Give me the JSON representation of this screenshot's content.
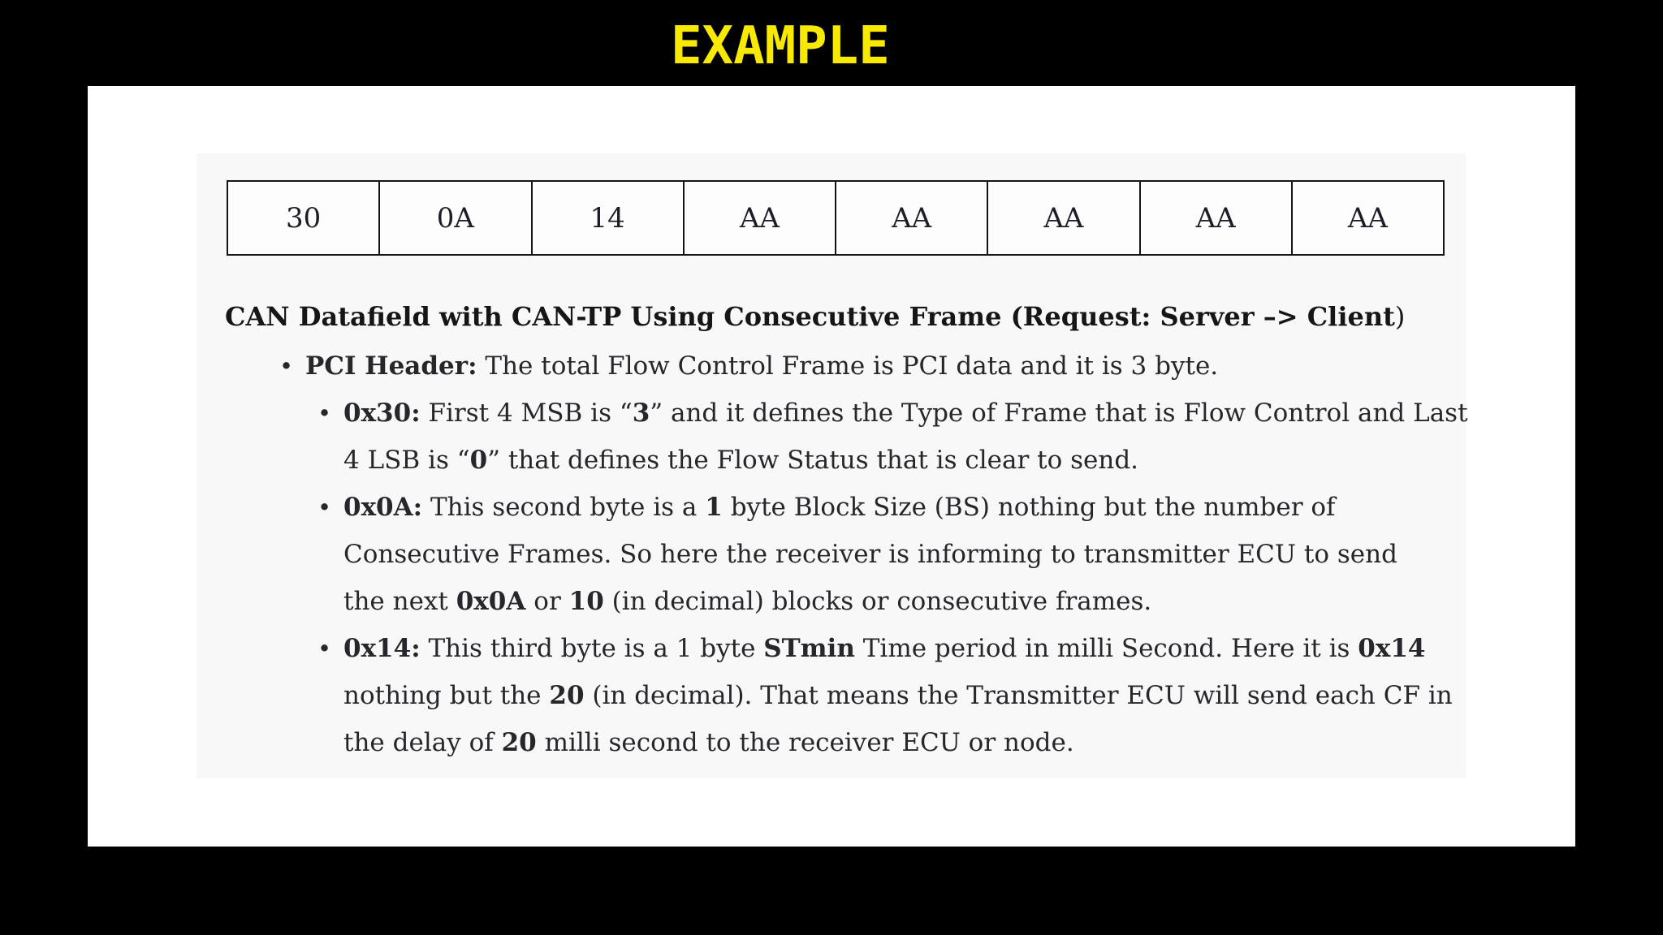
{
  "title": {
    "text": "EXAMPLE",
    "color": "#f7ea00"
  },
  "bullet_char": "•",
  "colors": {
    "page_bg": "#000000",
    "panel_bg": "#ffffff",
    "content_bg": "#f8f8f8",
    "text": "#26262b",
    "table_border": "#151515"
  },
  "document": {
    "byte_table": {
      "cells": [
        "30",
        "0A",
        "14",
        "AA",
        "AA",
        "AA",
        "AA",
        "AA"
      ]
    },
    "caption": [
      {
        "t": "CAN Datafield with CAN-TP Using Consecutive Frame (Request: Server –> Client",
        "b": true
      },
      {
        "t": ")",
        "b": false
      }
    ],
    "lines": [
      {
        "indent": 1,
        "bullet": true,
        "segments": [
          {
            "t": "PCI Header:",
            "b": true
          },
          {
            "t": " The total Flow Control Frame is PCI data and it is 3 byte.",
            "b": false
          }
        ]
      },
      {
        "indent": 2,
        "bullet": true,
        "segments": [
          {
            "t": "0x30:",
            "b": true
          },
          {
            "t": " First 4 MSB is “",
            "b": false
          },
          {
            "t": "3",
            "b": true
          },
          {
            "t": "” and it defines the Type of Frame that is Flow Control and Last",
            "b": false
          }
        ]
      },
      {
        "indent": 2,
        "bullet": false,
        "segments": [
          {
            "t": "4 LSB is “",
            "b": false
          },
          {
            "t": "0",
            "b": true
          },
          {
            "t": "” that defines the Flow Status that is clear to send.",
            "b": false
          }
        ]
      },
      {
        "indent": 2,
        "bullet": true,
        "segments": [
          {
            "t": "0x0A:",
            "b": true
          },
          {
            "t": " This second byte is a ",
            "b": false
          },
          {
            "t": "1",
            "b": true
          },
          {
            "t": " byte Block Size (BS) nothing but the number of",
            "b": false
          }
        ]
      },
      {
        "indent": 2,
        "bullet": false,
        "segments": [
          {
            "t": "Consecutive Frames. So here the receiver is informing to transmitter ECU to send",
            "b": false
          }
        ]
      },
      {
        "indent": 2,
        "bullet": false,
        "segments": [
          {
            "t": "the next ",
            "b": false
          },
          {
            "t": "0x0A",
            "b": true
          },
          {
            "t": " or ",
            "b": false
          },
          {
            "t": "10",
            "b": true
          },
          {
            "t": " (in decimal) blocks or consecutive frames.",
            "b": false
          }
        ]
      },
      {
        "indent": 2,
        "bullet": true,
        "segments": [
          {
            "t": "0x14:",
            "b": true
          },
          {
            "t": " This third byte is a 1 byte ",
            "b": false
          },
          {
            "t": "STmin",
            "b": true
          },
          {
            "t": " Time period in milli Second. Here it is ",
            "b": false
          },
          {
            "t": "0x14",
            "b": true
          }
        ]
      },
      {
        "indent": 2,
        "bullet": false,
        "segments": [
          {
            "t": "nothing but the ",
            "b": false
          },
          {
            "t": "20",
            "b": true
          },
          {
            "t": " (in decimal). That means the Transmitter ECU will send each CF in",
            "b": false
          }
        ]
      },
      {
        "indent": 2,
        "bullet": false,
        "segments": [
          {
            "t": "the delay of ",
            "b": false
          },
          {
            "t": "20",
            "b": true
          },
          {
            "t": " milli second to the receiver ECU or node.",
            "b": false
          }
        ]
      }
    ]
  }
}
